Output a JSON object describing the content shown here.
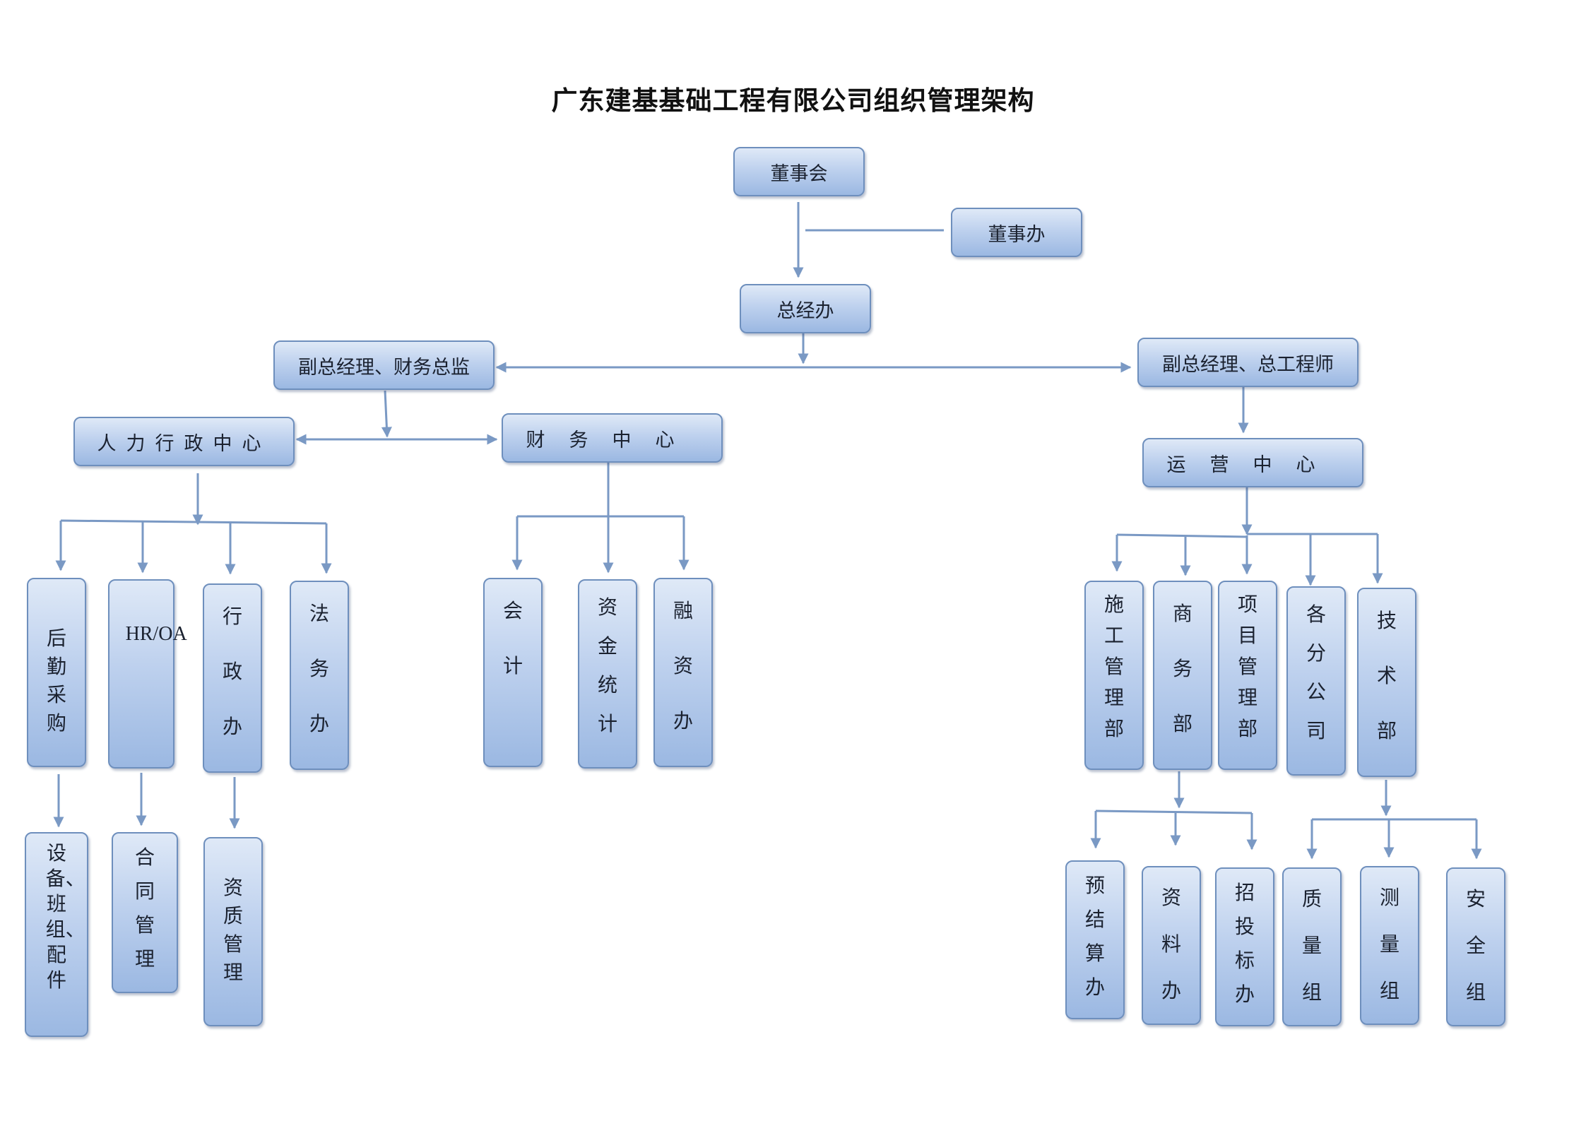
{
  "title": "广东建基基础工程有限公司组织管理架构",
  "colors": {
    "box_fill_top": "#dfe9f7",
    "box_fill_bottom": "#9bb8e2",
    "box_border": "#6e8fbd",
    "connector": "#7a99c4"
  },
  "nodes": {
    "board": "董事会",
    "board_office": "董事办",
    "gm_office": "总经办",
    "vp_finance": "副总经理、财务总监",
    "vp_engineer": "副总经理、总工程师",
    "hr_admin_center": "人力行政中心",
    "finance_center": "财务中心",
    "operations_center": "运营中心",
    "logistics": "后勤采购",
    "hr_oa": "HR/OA",
    "admin_office": "行政办",
    "legal_office": "法务办",
    "accounting": "会计",
    "fund_stats": "资金统计",
    "financing_office": "融资办",
    "construction_dept": "施工管理部",
    "business_dept": "商务部",
    "project_dept": "项目管理部",
    "branches": "各分公司",
    "tech_dept": "技术部",
    "equipment": "设备、班组、配件",
    "contracts": "合同管理",
    "qualification": "资质管理",
    "budget_office": "预结算办",
    "documents_office": "资料办",
    "bidding_office": "招投标办",
    "quality_group": "质量组",
    "survey_group": "测量组",
    "safety_group": "安全组"
  }
}
